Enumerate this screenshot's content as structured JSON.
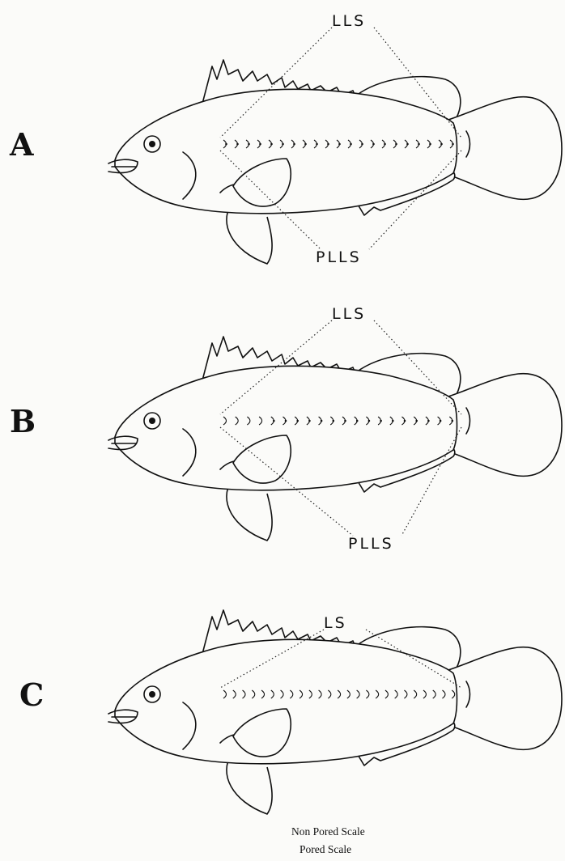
{
  "panels": [
    {
      "letter": "A",
      "top_label": "LLS",
      "bottom_label": "PLLS",
      "pored_scales": 21,
      "non_pored_front": 0,
      "non_pored_tail": 0
    },
    {
      "letter": "B",
      "top_label": "LLS",
      "bottom_label": "PLLS",
      "pored_scales": 16,
      "non_pored_front": 4,
      "non_pored_tail": 0
    },
    {
      "letter": "C",
      "top_label": "LS",
      "bottom_label": "",
      "pored_scales": 0,
      "non_pored_front": 25,
      "non_pored_tail": 0
    }
  ],
  "legend": {
    "non_pored": "Non Pored Scale",
    "pored": "Pored Scale"
  },
  "colors": {
    "ink": "#111111",
    "paper": "#fbfbf9"
  }
}
